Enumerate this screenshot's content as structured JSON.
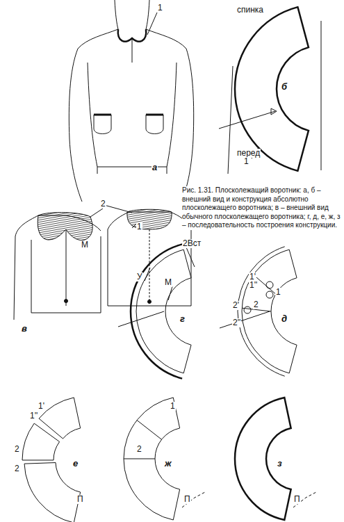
{
  "diagram": {
    "caption": "Рис. 1.31. Плосколежащий воротник: а, б – внешний вид и конструкция абсолютно плосколежащего воротника; в – внешний вид обычного плосколежащего воротника; г, д, е, ж, з – последовательность построения конструкции.",
    "labels": [
      "1",
      "спинка",
      "б",
      "перед",
      "1",
      "а",
      "2",
      "М",
      "1",
      "в",
      "2Вст",
      "У",
      "М",
      "г",
      "1'",
      "1''",
      "1",
      "2",
      "2'",
      "2''",
      "д",
      "1'",
      "1''",
      "2",
      "2",
      "е",
      "П",
      "1",
      "2",
      "ж",
      "П",
      "з",
      "П"
    ]
  }
}
